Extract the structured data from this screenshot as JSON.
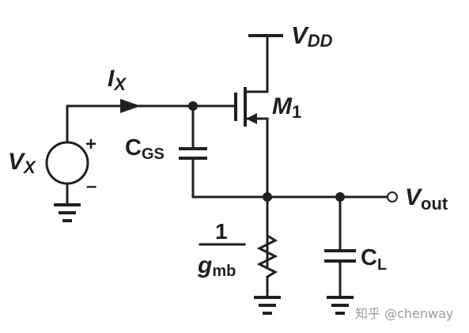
{
  "labels": {
    "vdd_main": "V",
    "vdd_sub": "DD",
    "ix_main": "I",
    "ix_sub": "X",
    "m1_main": "M",
    "m1_sub": "1",
    "cgs_main": "C",
    "cgs_sub": "GS",
    "vx_main": "V",
    "vx_sub": "X",
    "plus": "+",
    "minus": "–",
    "vout_main": "V",
    "vout_sub": "out",
    "r_num": "1",
    "r_den_main": "g",
    "r_den_sub": "mb",
    "cl_main": "C",
    "cl_sub": "L"
  },
  "watermark": "知乎 @chenway",
  "colors": {
    "ink": "#231f20",
    "watermark": "#9a9a9a"
  }
}
